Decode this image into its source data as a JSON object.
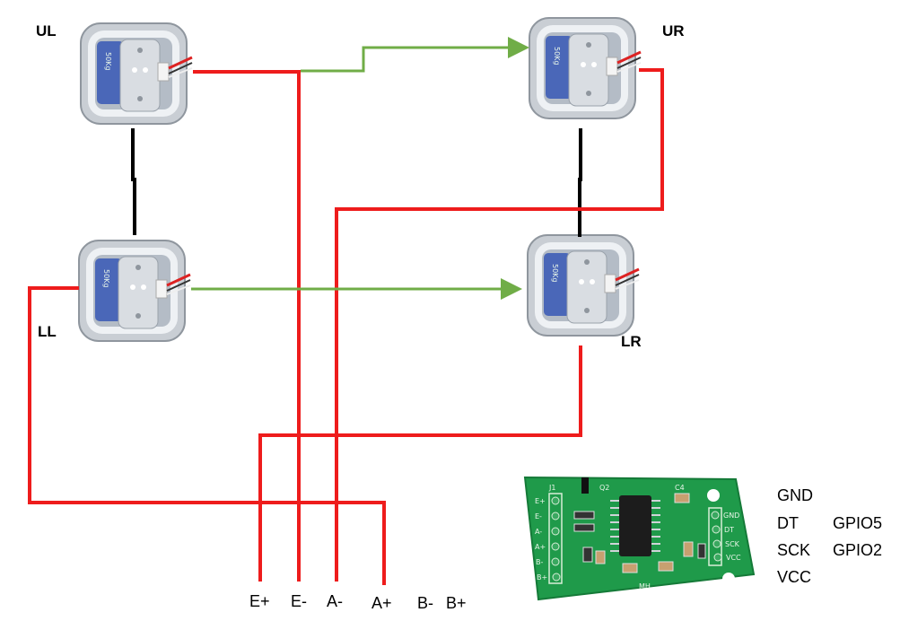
{
  "colors": {
    "power_wire": "#ee1c1c",
    "signal_wire": "#70ad47",
    "link_wire": "#000000",
    "board": "#1f9a4a"
  },
  "load_cells": [
    {
      "id": "UL",
      "label": "UL"
    },
    {
      "id": "UR",
      "label": "UR"
    },
    {
      "id": "LL",
      "label": "LL"
    },
    {
      "id": "LR",
      "label": "LR"
    }
  ],
  "terminals": [
    "E+",
    "E-",
    "A-",
    "A+",
    "B-",
    "B+"
  ],
  "pins": [
    {
      "name": "GND",
      "gpio": ""
    },
    {
      "name": "DT",
      "gpio": "GPIO5"
    },
    {
      "name": "SCK",
      "gpio": "GPIO2"
    },
    {
      "name": "VCC",
      "gpio": ""
    }
  ],
  "board": {
    "left_pins": [
      "E+",
      "E-",
      "A-",
      "A+",
      "B-",
      "B+"
    ],
    "right_pins": [
      "GND",
      "DT",
      "SCK",
      "VCC"
    ],
    "silkscreen": {
      "header": "J1",
      "transistor": "Q2",
      "maker": "MH",
      "cap": "C4"
    }
  }
}
